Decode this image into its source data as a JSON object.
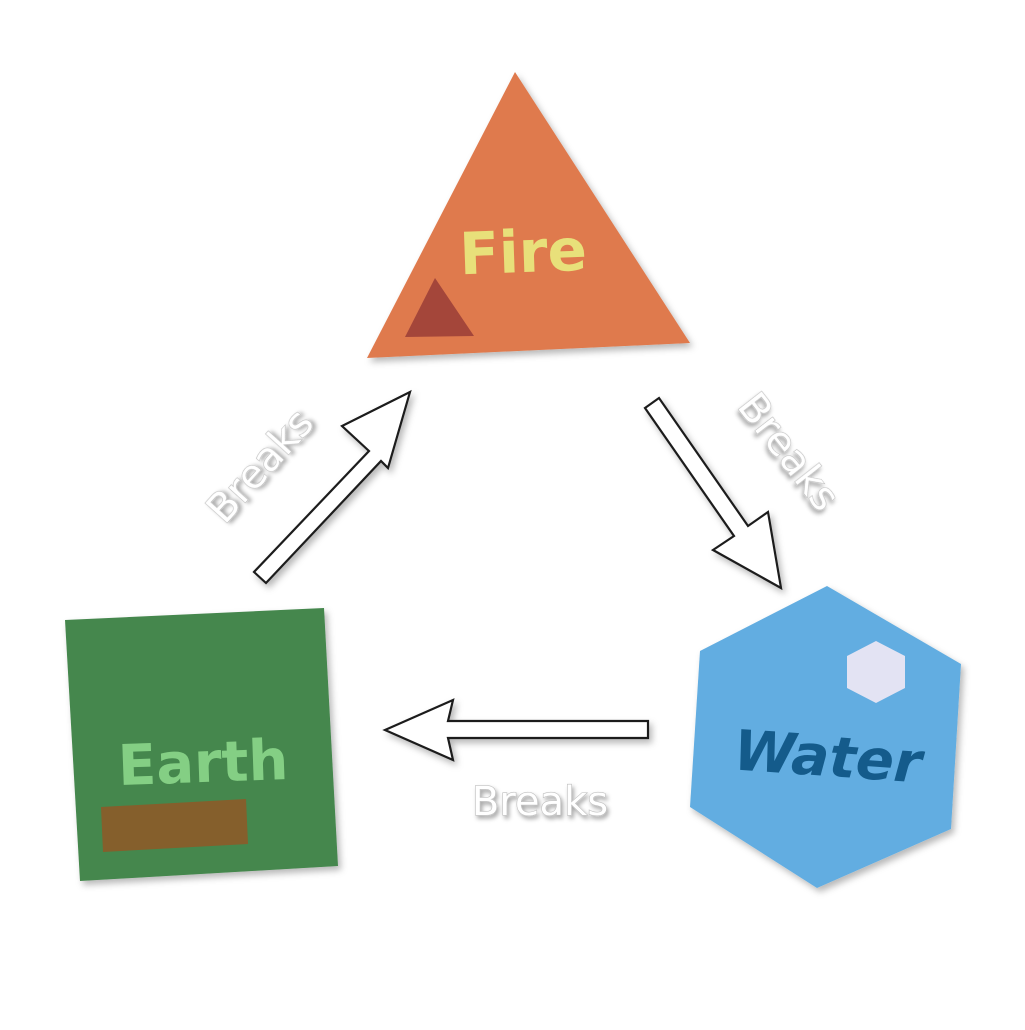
{
  "elements": {
    "fire": {
      "label": "Fire",
      "shape": "triangle",
      "color": "#df7a4d",
      "label_color": "#e8e07a",
      "accent_color": "#a4463a"
    },
    "water": {
      "label": "Water",
      "shape": "hexagon",
      "color": "#62ade1",
      "label_color": "#145b8b",
      "accent_color": "#e3e3f3"
    },
    "earth": {
      "label": "Earth",
      "shape": "square",
      "color": "#45874d",
      "label_color": "#84cf84",
      "accent_color": "#855f2c"
    }
  },
  "relations": [
    {
      "from": "earth",
      "to": "fire",
      "label": "Breaks"
    },
    {
      "from": "fire",
      "to": "water",
      "label": "Breaks"
    },
    {
      "from": "water",
      "to": "earth",
      "label": "Breaks"
    }
  ]
}
